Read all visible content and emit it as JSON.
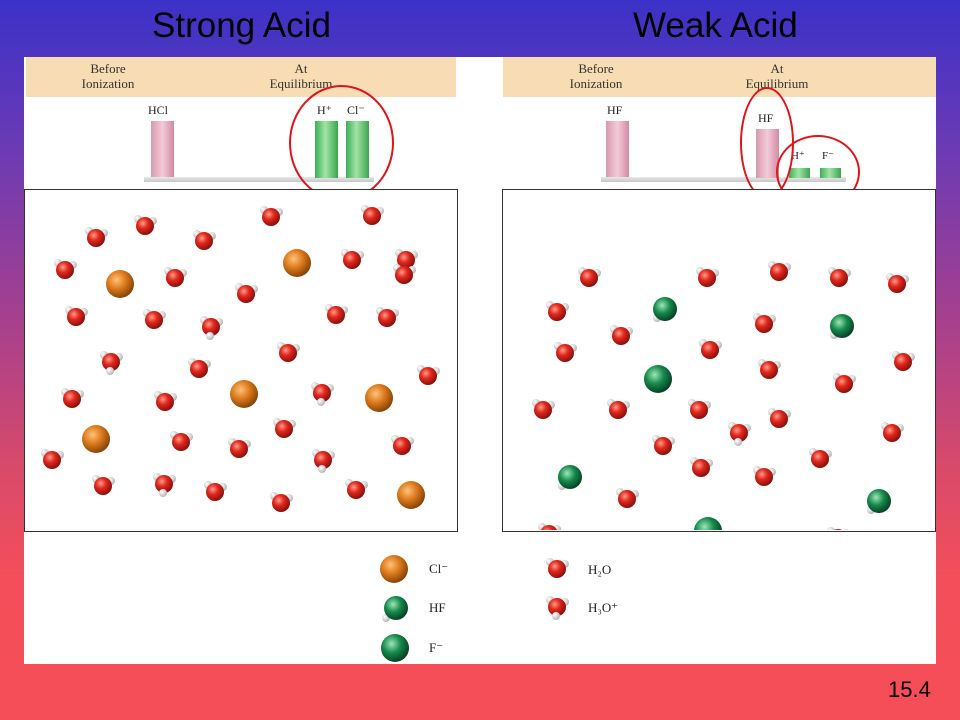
{
  "titles": {
    "strong": "Strong Acid",
    "weak": "Weak Acid"
  },
  "headers": {
    "before": "Before\nIonization",
    "after": "At\nEquilibrium"
  },
  "strong_chart": {
    "before_label": "HCl",
    "h_label": "H⁺",
    "anion_label": "Cl⁻"
  },
  "weak_chart": {
    "before_label": "HF",
    "hf_label": "HF",
    "h_label": "H⁺",
    "anion_label": "F⁻"
  },
  "legend": {
    "cl": "Cl⁻",
    "hf": "HF",
    "f": "F⁻",
    "h2o": "H₂O",
    "h3o": "H₃O⁺"
  },
  "slide_number": "15.4",
  "colors": {
    "water_red": "#d8251c",
    "chloride_orange": "#dd7a1c",
    "fluoride_green": "#14824a",
    "highlight_ring": "#e0141a"
  }
}
